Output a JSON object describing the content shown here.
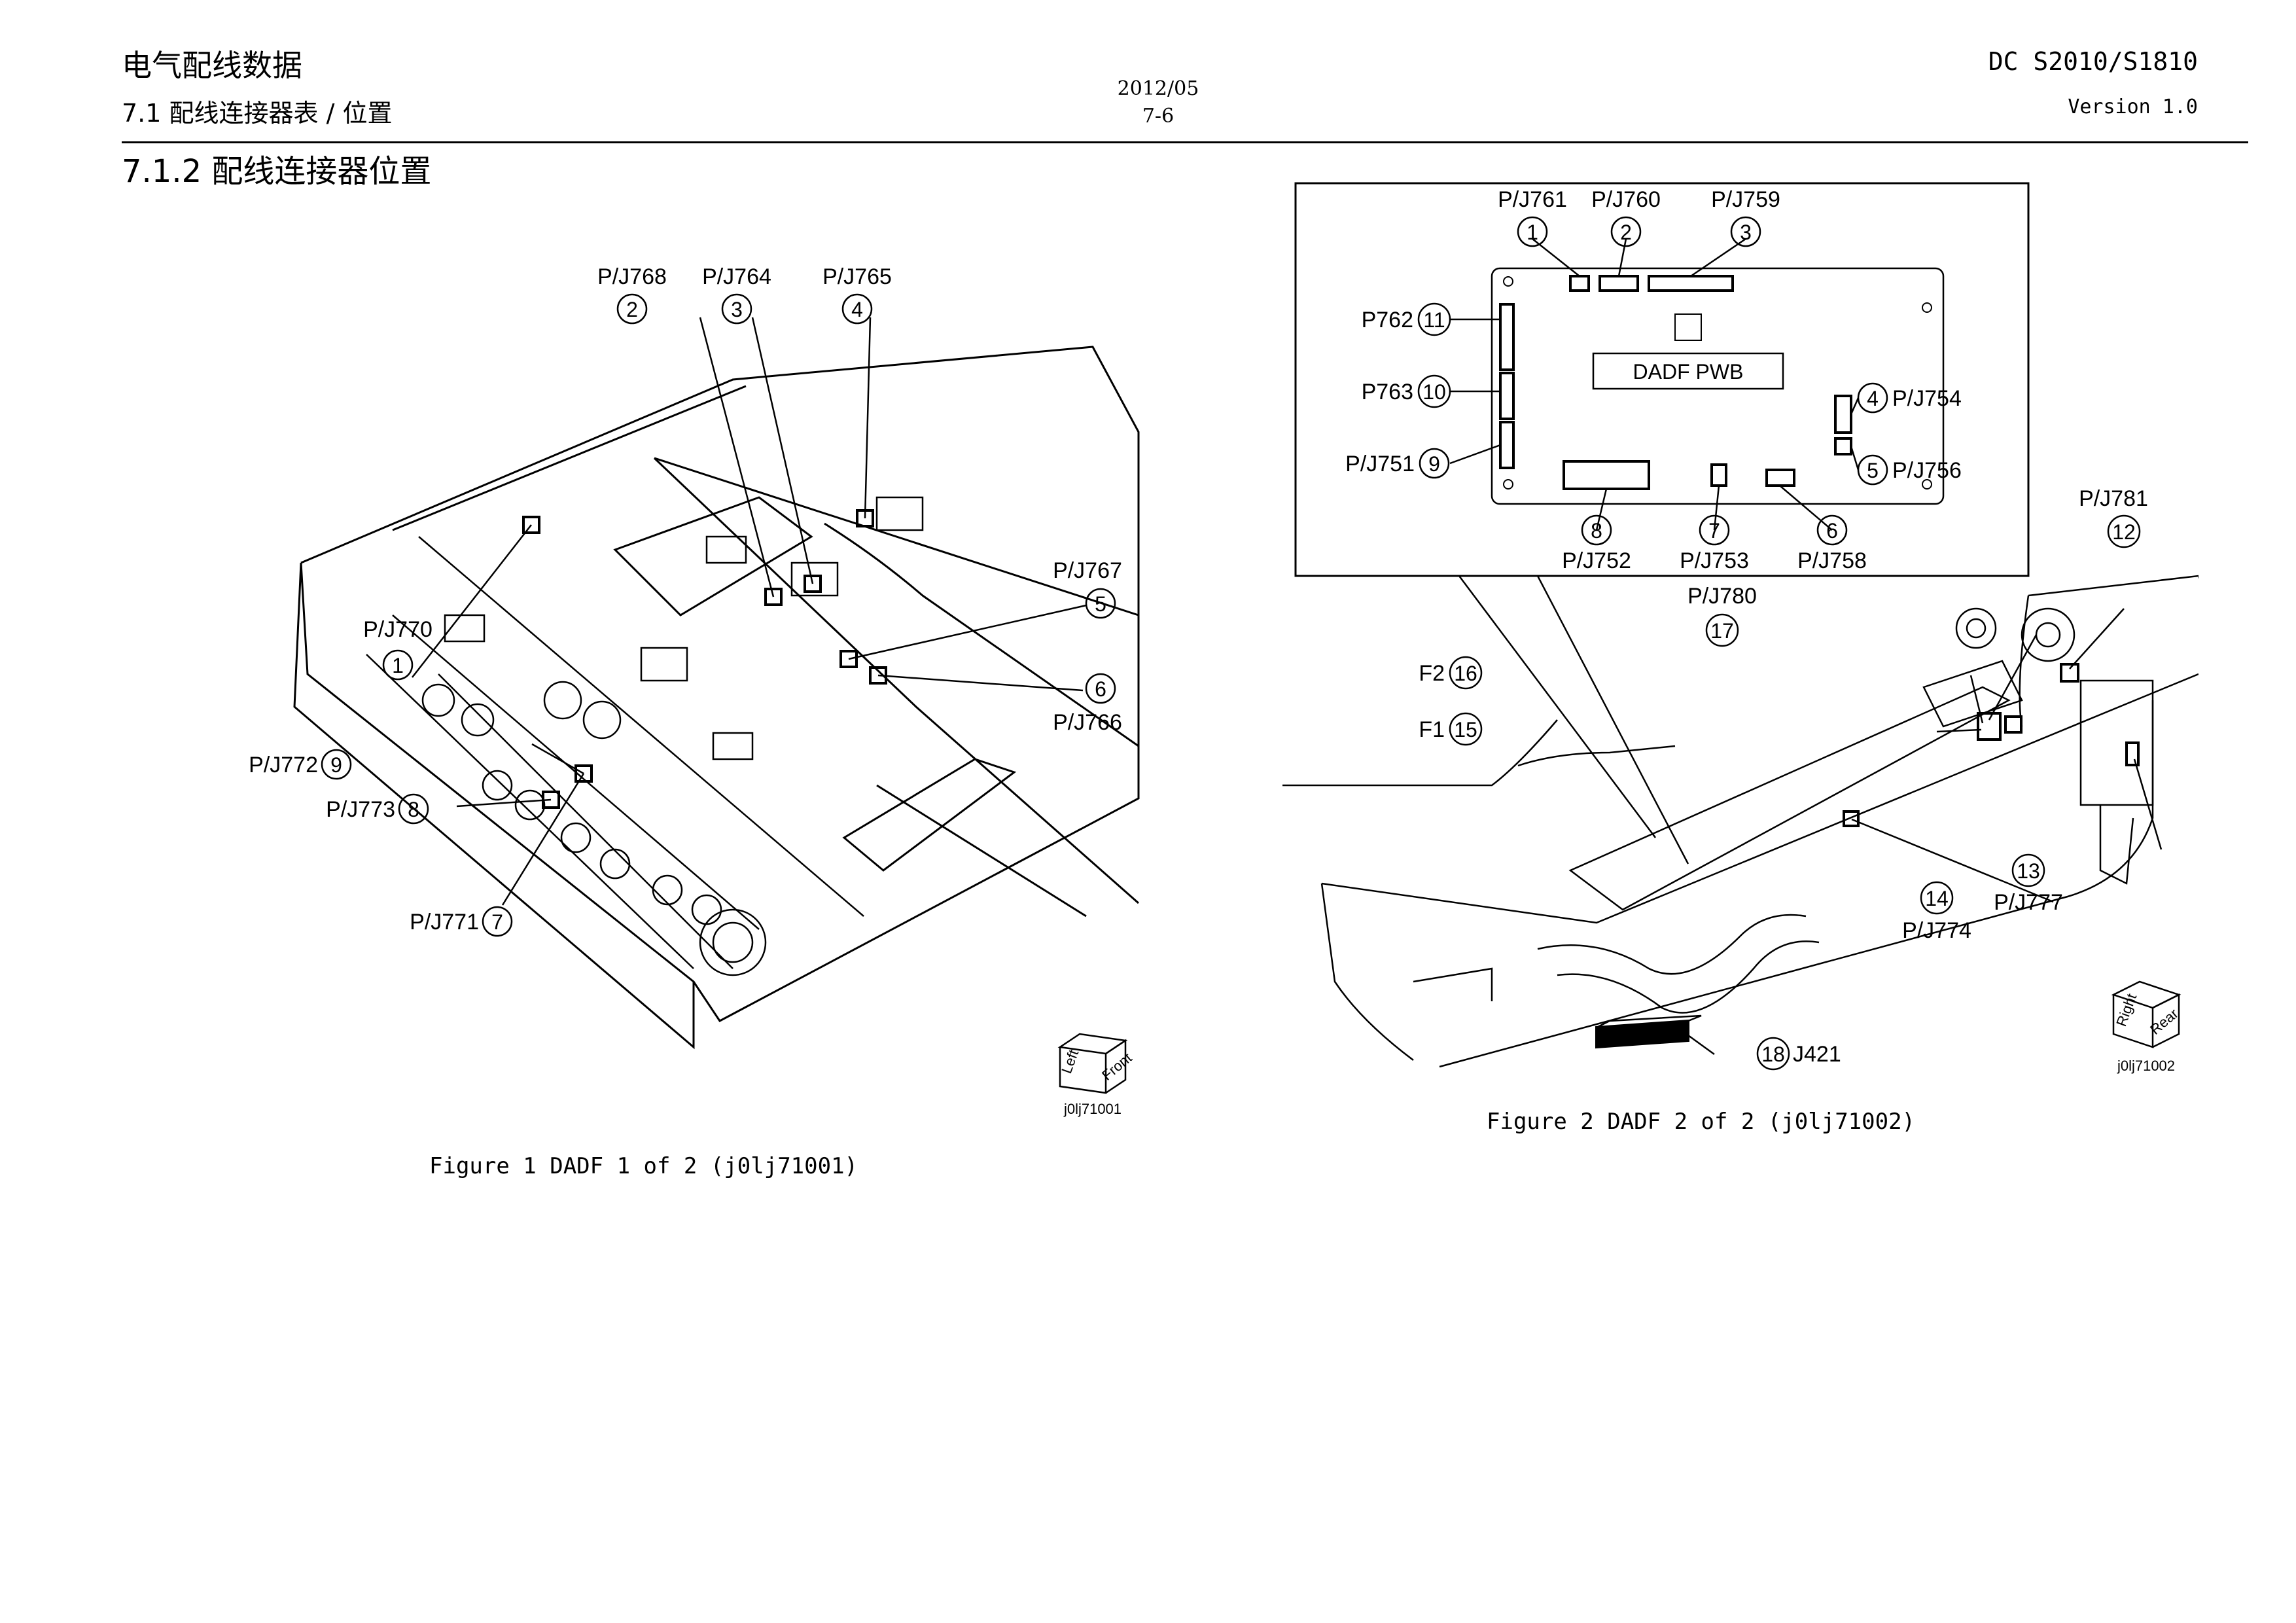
{
  "header": {
    "title": "电气配线数据",
    "subtitle": "7.1 配线连接器表 / 位置",
    "date": "2012/05",
    "page": "7-6",
    "model": "DC S2010/S1810",
    "version": "Version 1.0"
  },
  "section_title": "7.1.2  配线连接器位置",
  "figure1": {
    "caption": "Figure 1 DADF 1 of 2 (j0lj71001)",
    "image_id": "j0lj71001",
    "cube_labels": [
      "Left",
      "Front"
    ],
    "callouts": [
      {
        "num": "1",
        "label": "P/J770"
      },
      {
        "num": "2",
        "label": "P/J768"
      },
      {
        "num": "3",
        "label": "P/J764"
      },
      {
        "num": "4",
        "label": "P/J765"
      },
      {
        "num": "5",
        "label": "P/J767"
      },
      {
        "num": "6",
        "label": "P/J766"
      },
      {
        "num": "7",
        "label": "P/J771"
      },
      {
        "num": "8",
        "label": "P/J773"
      },
      {
        "num": "9",
        "label": "P/J772"
      }
    ]
  },
  "figure2": {
    "caption": "Figure 2 DADF 2 of 2 (j0lj71002)",
    "image_id": "j0lj71002",
    "board_label": "DADF PWB",
    "cube_labels": [
      "Right",
      "Rear"
    ],
    "callouts": [
      {
        "num": "1",
        "label": "P/J761"
      },
      {
        "num": "2",
        "label": "P/J760"
      },
      {
        "num": "3",
        "label": "P/J759"
      },
      {
        "num": "4",
        "label": "P/J754"
      },
      {
        "num": "5",
        "label": "P/J756"
      },
      {
        "num": "6",
        "label": "P/J758"
      },
      {
        "num": "7",
        "label": "P/J753"
      },
      {
        "num": "8",
        "label": "P/J752"
      },
      {
        "num": "9",
        "label": "P/J751"
      },
      {
        "num": "10",
        "label": "P763"
      },
      {
        "num": "11",
        "label": "P762"
      },
      {
        "num": "12",
        "label": "P/J781"
      },
      {
        "num": "13",
        "label": "P/J777"
      },
      {
        "num": "14",
        "label": "P/J774"
      },
      {
        "num": "15",
        "label": "F1"
      },
      {
        "num": "16",
        "label": "F2"
      },
      {
        "num": "17",
        "label": "P/J780"
      },
      {
        "num": "18",
        "label": "J421"
      }
    ]
  }
}
